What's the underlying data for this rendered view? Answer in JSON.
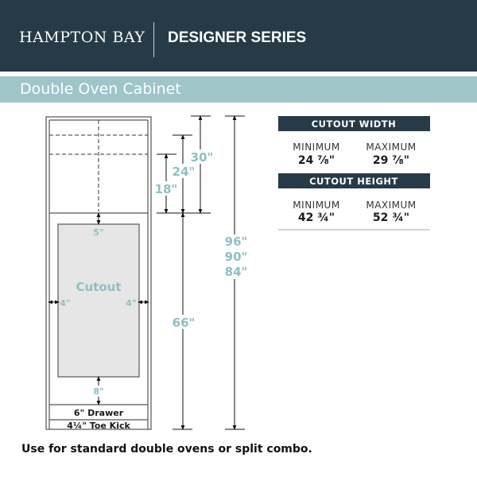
{
  "header": {
    "brand": "HAMPTON BAY",
    "series": "DESIGNER SERIES"
  },
  "title": "Double Oven Cabinet",
  "diagram": {
    "cutout_label": "Cutout",
    "top_gap": "5\"",
    "left_gap": "4\"",
    "right_gap": "4\"",
    "bottom_gap": "8\"",
    "drawer": "6\" Drawer",
    "toe_kick": "4¼\" Toe Kick",
    "upper_heights": [
      "30\"",
      "24\"",
      "18\""
    ],
    "lower_height": "66\"",
    "total_heights": [
      "96\"",
      "90\"",
      "84\""
    ]
  },
  "specs": {
    "width": {
      "heading": "CUTOUT WIDTH",
      "min_label": "MINIMUM",
      "min": "24 ⅞\"",
      "max_label": "MAXIMUM",
      "max": "29 ⅞\""
    },
    "height": {
      "heading": "CUTOUT HEIGHT",
      "min_label": "MINIMUM",
      "min": "42 ¾\"",
      "max_label": "MAXIMUM",
      "max": "52 ¾\""
    }
  },
  "note": "Use for standard double ovens or split combo.",
  "colors": {
    "header": "#263a47",
    "band": "#9ec5c8",
    "dimension": "#8fbfc4",
    "cutout_fill": "#e6e6e6"
  }
}
